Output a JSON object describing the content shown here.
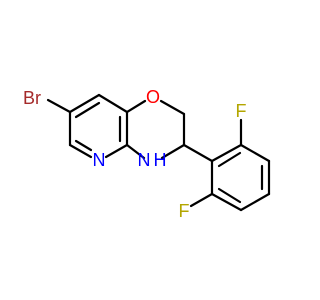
{
  "atoms": {
    "Br": {
      "text": "Br",
      "color": "#a52a2a"
    },
    "O": {
      "text": "O",
      "color": "#ff0000"
    },
    "N": {
      "text": "N",
      "color": "#0000ff"
    },
    "NH_N": {
      "text": "N",
      "color": "#0000ff"
    },
    "NH_H": {
      "text": "H",
      "color": "#0000ff"
    },
    "F1": {
      "text": "F",
      "color": "#b3a600"
    },
    "F2": {
      "text": "F",
      "color": "#b3a600"
    }
  },
  "colors": {
    "bond": "#000000",
    "background": "#ffffff"
  }
}
